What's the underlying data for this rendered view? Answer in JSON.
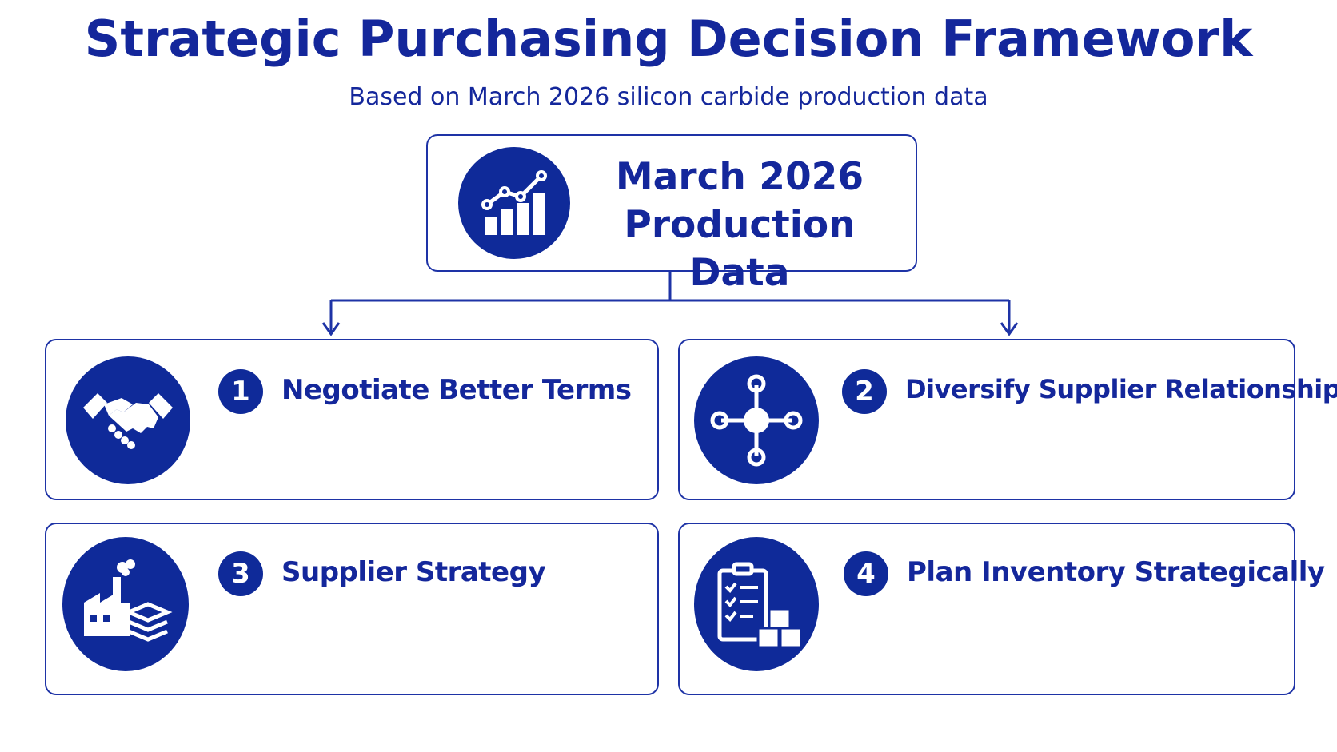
{
  "header": {
    "title": "Strategic Purchasing Decision Framework",
    "subtitle": "Based on March 2026 silicon carbide production data"
  },
  "root": {
    "line1": "March 2026",
    "line2": "Production Data",
    "icon": "bar-chart-trend-icon"
  },
  "steps": [
    {
      "number": "1",
      "label": "Negotiate Better Terms",
      "icon": "handshake-icon"
    },
    {
      "number": "2",
      "label": "Diversify Supplier Relationships",
      "icon": "network-hub-icon"
    },
    {
      "number": "3",
      "label": "Supplier Strategy",
      "icon": "factory-stack-icon"
    },
    {
      "number": "4",
      "label": "Plan Inventory Strategically",
      "icon": "clipboard-inventory-icon"
    }
  ],
  "colors": {
    "primary": "#14279b",
    "accent": "#0f2a99",
    "background": "#ffffff"
  }
}
